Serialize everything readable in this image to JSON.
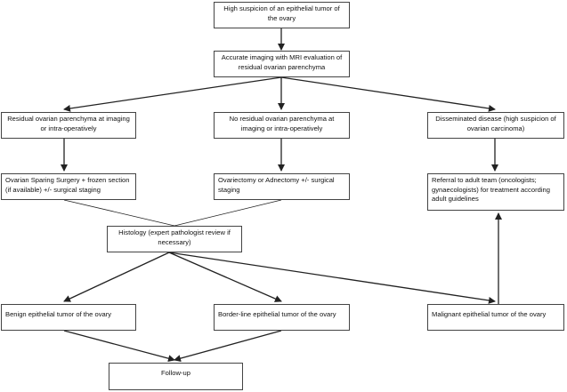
{
  "diagram": {
    "nodes": {
      "suspicion": [
        "High suspicion of an epithelial tumor of",
        "the ovary"
      ],
      "imaging": [
        "Accurate imaging with MRI evaluation of",
        "residual ovarian parenchyma"
      ],
      "residual": [
        "Residual ovarian parenchyma at imaging",
        "or intra-operatively"
      ],
      "no_residual": [
        "No residual ovarian parenchyma at",
        "imaging or intra-operatively"
      ],
      "disseminated": [
        "Disseminated disease (high suspicion of",
        "ovarian carcinoma)"
      ],
      "sparing": [
        "Ovarian Sparing Surgery + frozen section",
        "(if available) +/- surgical staging"
      ],
      "ovariectomy": [
        "Ovariectomy or Adnectomy  +/- surgical",
        "staging"
      ],
      "referral": [
        "Referral to adult team (oncologists;",
        "gynaecologists) for treatment according",
        "adult guidelines"
      ],
      "histology": [
        "Histology (expert pathologist review if",
        "necessary)"
      ],
      "benign": [
        "Benign epithelial tumor of the ovary"
      ],
      "borderline": [
        "Border-line epithelial tumor of the ovary"
      ],
      "malignant": [
        "Malignant epithelial tumor of the ovary"
      ],
      "followup": [
        "Follow-up"
      ]
    },
    "edges": [
      {
        "from": "suspicion",
        "to": "imaging",
        "arrow": true
      },
      {
        "from": "imaging",
        "to": "residual",
        "arrow": true
      },
      {
        "from": "imaging",
        "to": "no_residual",
        "arrow": true
      },
      {
        "from": "imaging",
        "to": "disseminated",
        "arrow": true
      },
      {
        "from": "residual",
        "to": "sparing",
        "arrow": true
      },
      {
        "from": "no_residual",
        "to": "ovariectomy",
        "arrow": true
      },
      {
        "from": "disseminated",
        "to": "referral",
        "arrow": true
      },
      {
        "from": "sparing",
        "to": "histology",
        "arrow": false
      },
      {
        "from": "ovariectomy",
        "to": "histology",
        "arrow": false
      },
      {
        "from": "histology",
        "to": "benign",
        "arrow": true
      },
      {
        "from": "histology",
        "to": "borderline",
        "arrow": true
      },
      {
        "from": "histology",
        "to": "malignant",
        "arrow": true
      },
      {
        "from": "benign",
        "to": "followup",
        "arrow": true
      },
      {
        "from": "borderline",
        "to": "followup",
        "arrow": true
      },
      {
        "from": "malignant",
        "to": "referral",
        "arrow": true
      }
    ]
  }
}
